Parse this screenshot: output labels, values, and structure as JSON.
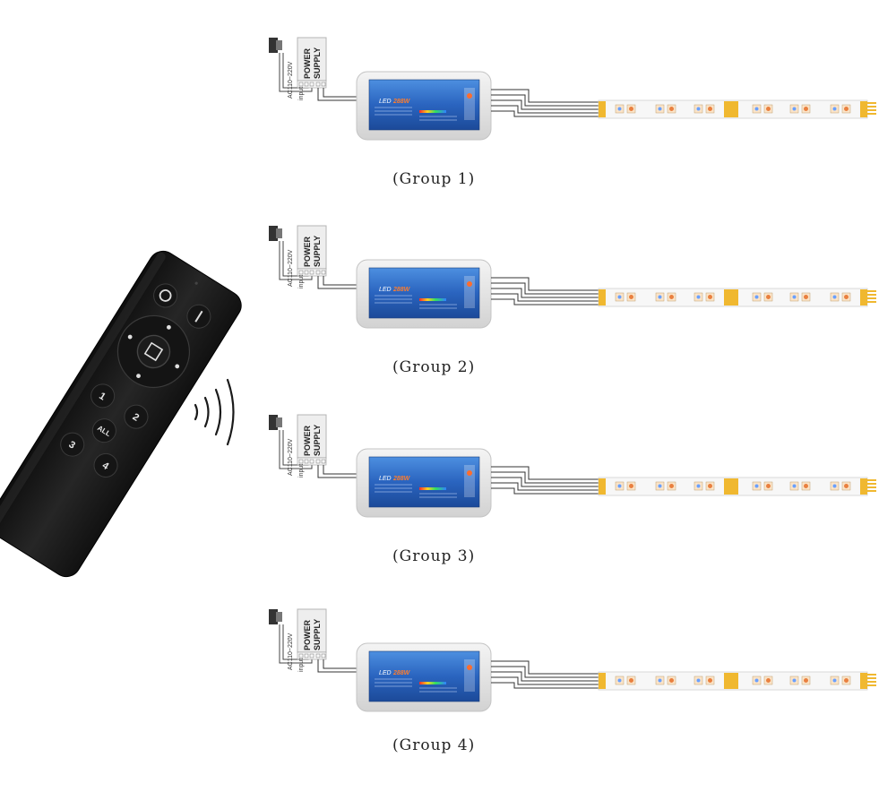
{
  "remote": {
    "buttons": {
      "on": "",
      "off": "",
      "zone1": "1",
      "zone2": "2",
      "zone3": "3",
      "zone4": "4",
      "all": "ALL"
    }
  },
  "groups": [
    {
      "caption": "(Group 1)",
      "ps_label_1": "POWER",
      "ps_label_2": "SUPPLY",
      "ac_label": "AC110~220V",
      "input_label": "input",
      "controller_label": "LED",
      "controller_power": "288W"
    },
    {
      "caption": "(Group 2)",
      "ps_label_1": "POWER",
      "ps_label_2": "SUPPLY",
      "ac_label": "AC110~220V",
      "input_label": "input",
      "controller_label": "LED",
      "controller_power": "288W"
    },
    {
      "caption": "(Group 3)",
      "ps_label_1": "POWER",
      "ps_label_2": "SUPPLY",
      "ac_label": "AC110~220V",
      "input_label": "input",
      "controller_label": "LED",
      "controller_power": "288W"
    },
    {
      "caption": "(Group 4)",
      "ps_label_1": "POWER",
      "ps_label_2": "SUPPLY",
      "ac_label": "AC110~220V",
      "input_label": "input",
      "controller_label": "LED",
      "controller_power": "288W"
    }
  ],
  "colors": {
    "remote_body": "#1e1e1e",
    "controller_blue": "#2d6fc9",
    "strip_pad": "#f0b830",
    "wire": "#333333"
  }
}
